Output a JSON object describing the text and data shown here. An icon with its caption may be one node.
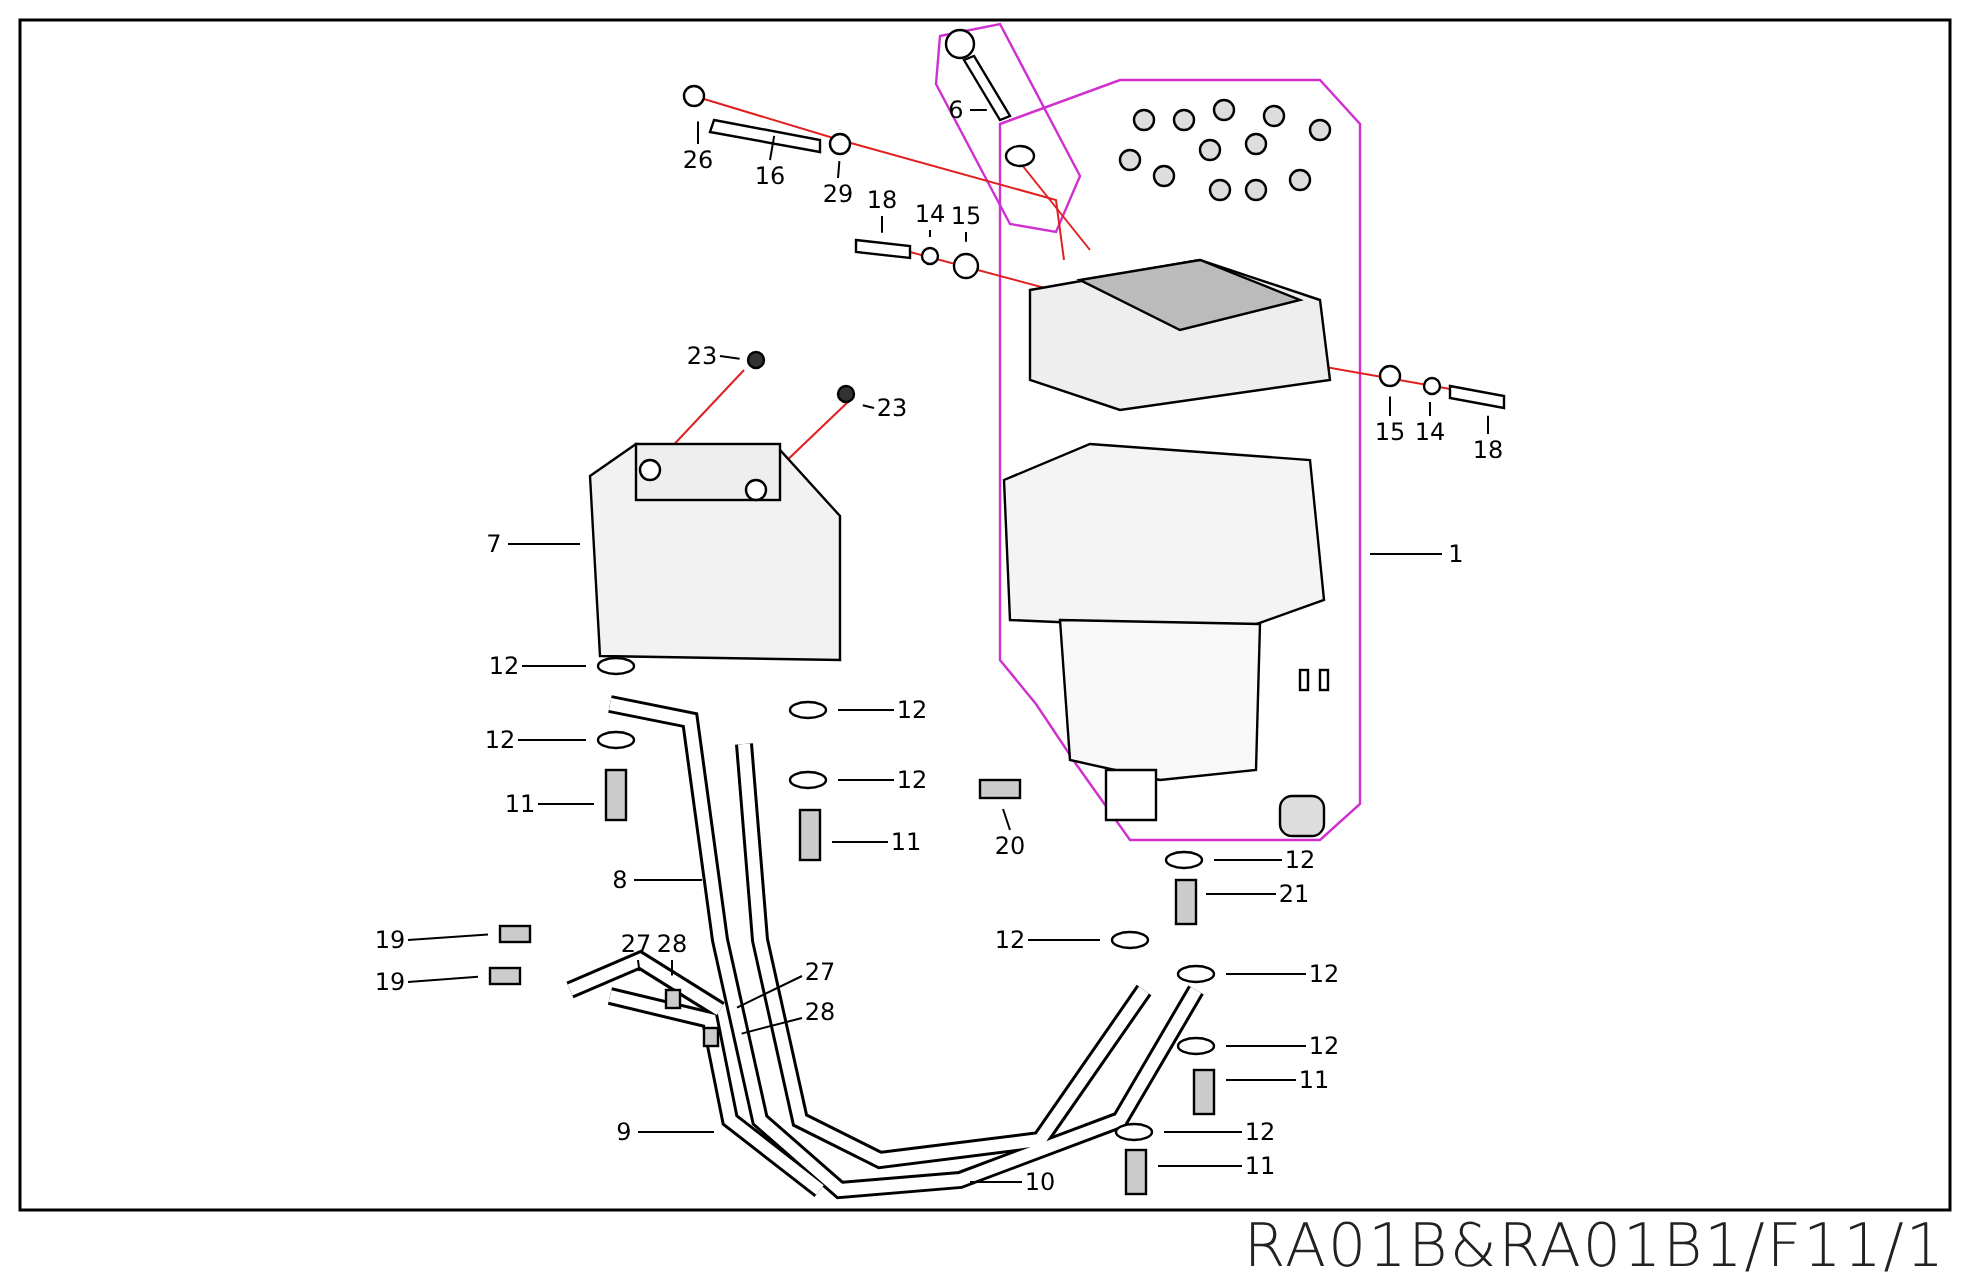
{
  "diagram": {
    "nodes": [
      {
        "text": [
          "6"
        ]
      },
      {
        "text": [
          "26"
        ]
      },
      {
        "text": [
          "16"
        ]
      },
      {
        "text": [
          "29"
        ]
      },
      {
        "text": [
          "18"
        ]
      },
      {
        "text": [
          "14"
        ]
      },
      {
        "text": [
          "15"
        ]
      },
      {
        "text": [
          "23"
        ]
      },
      {
        "text": [
          "23"
        ]
      },
      {
        "text": [
          "15"
        ]
      },
      {
        "text": [
          "14"
        ]
      },
      {
        "text": [
          "18"
        ]
      },
      {
        "text": [
          "7"
        ]
      },
      {
        "text": [
          "1"
        ]
      },
      {
        "text": [
          "12"
        ]
      },
      {
        "text": [
          "12"
        ]
      },
      {
        "text": [
          "12"
        ]
      },
      {
        "text": [
          "12"
        ]
      },
      {
        "text": [
          "11"
        ]
      },
      {
        "text": [
          "11"
        ]
      },
      {
        "text": [
          "20"
        ]
      },
      {
        "text": [
          "8"
        ]
      },
      {
        "text": [
          "12"
        ]
      },
      {
        "text": [
          "21"
        ]
      },
      {
        "text": [
          "12"
        ]
      },
      {
        "text": [
          "19"
        ]
      },
      {
        "text": [
          "27"
        ]
      },
      {
        "text": [
          "28"
        ]
      },
      {
        "text": [
          "19"
        ]
      },
      {
        "text": [
          "27"
        ]
      },
      {
        "text": [
          "28"
        ]
      },
      {
        "text": [
          "12"
        ]
      },
      {
        "text": [
          "12"
        ]
      },
      {
        "text": [
          "11"
        ]
      },
      {
        "text": [
          "9"
        ]
      },
      {
        "text": [
          "12"
        ]
      },
      {
        "text": [
          "11"
        ]
      },
      {
        "text": [
          "10"
        ]
      }
    ],
    "edges": [
      {
        "from": 0,
        "to": null,
        "arrow": "none"
      },
      {
        "from": 1,
        "to": null,
        "arrow": "none"
      },
      {
        "from": 2,
        "to": null,
        "arrow": "none"
      },
      {
        "from": 3,
        "to": null,
        "arrow": "none"
      },
      {
        "from": 4,
        "to": null,
        "arrow": "none"
      },
      {
        "from": 5,
        "to": null,
        "arrow": "none"
      },
      {
        "from": 6,
        "to": null,
        "arrow": "none"
      },
      {
        "from": 7,
        "to": null,
        "arrow": "none"
      },
      {
        "from": 8,
        "to": null,
        "arrow": "none"
      },
      {
        "from": 9,
        "to": null,
        "arrow": "none"
      },
      {
        "from": 10,
        "to": null,
        "arrow": "none"
      },
      {
        "from": 11,
        "to": null,
        "arrow": "none"
      },
      {
        "from": 12,
        "to": null,
        "arrow": "none"
      },
      {
        "from": 13,
        "to": null,
        "arrow": "none"
      },
      {
        "from": 14,
        "to": null,
        "arrow": "none"
      },
      {
        "from": 15,
        "to": null,
        "arrow": "none"
      },
      {
        "from": 16,
        "to": null,
        "arrow": "none"
      },
      {
        "from": 17,
        "to": null,
        "arrow": "none"
      },
      {
        "from": 18,
        "to": null,
        "arrow": "none"
      },
      {
        "from": 19,
        "to": null,
        "arrow": "none"
      },
      {
        "from": 20,
        "to": null,
        "arrow": "none"
      },
      {
        "from": 21,
        "to": null,
        "arrow": "none"
      },
      {
        "from": 22,
        "to": null,
        "arrow": "none"
      },
      {
        "from": 23,
        "to": null,
        "arrow": "none"
      },
      {
        "from": 24,
        "to": null,
        "arrow": "none"
      },
      {
        "from": 25,
        "to": null,
        "arrow": "none"
      },
      {
        "from": 26,
        "to": null,
        "arrow": "none"
      },
      {
        "from": 27,
        "to": null,
        "arrow": "none"
      },
      {
        "from": 28,
        "to": null,
        "arrow": "none"
      },
      {
        "from": 29,
        "to": null,
        "arrow": "none"
      },
      {
        "from": 30,
        "to": null,
        "arrow": "none"
      },
      {
        "from": 31,
        "to": null,
        "arrow": "none"
      },
      {
        "from": 32,
        "to": null,
        "arrow": "none"
      },
      {
        "from": 33,
        "to": null,
        "arrow": "none"
      },
      {
        "from": 34,
        "to": null,
        "arrow": "none"
      },
      {
        "from": 35,
        "to": null,
        "arrow": "none"
      },
      {
        "from": 36,
        "to": null,
        "arrow": "none"
      },
      {
        "from": 37,
        "to": null,
        "arrow": "none"
      }
    ],
    "labels": [
      "RA01B&RA01B1/F11/1"
    ]
  }
}
